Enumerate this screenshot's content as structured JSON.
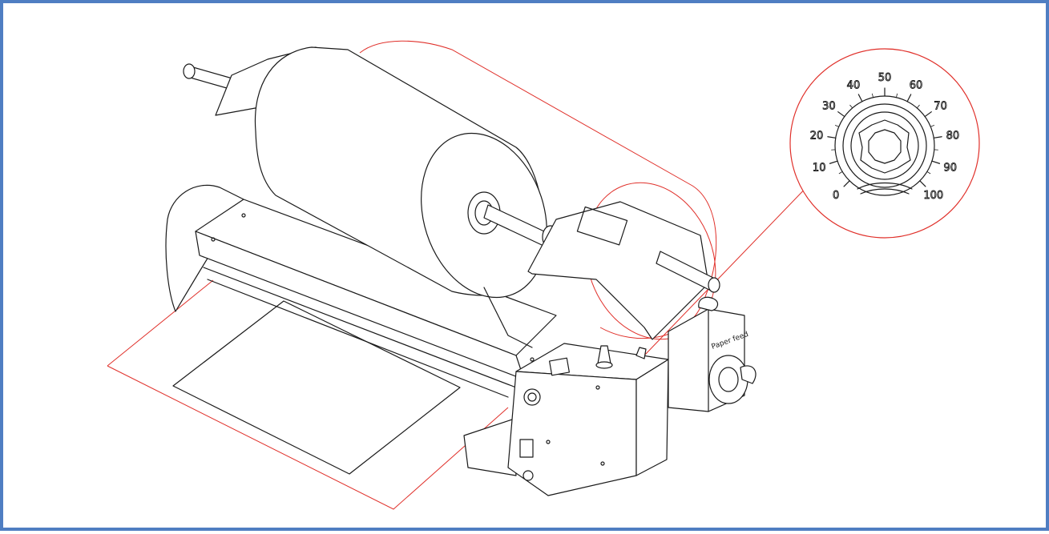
{
  "colors": {
    "frame": "#4f7ec2",
    "line": "#1a1a1a",
    "highlight": "#e0302a",
    "background": "#ffffff"
  },
  "dial": {
    "labels": [
      {
        "text": "0",
        "angle": -135
      },
      {
        "text": "10",
        "angle": -108
      },
      {
        "text": "20",
        "angle": -81
      },
      {
        "text": "30",
        "angle": -54
      },
      {
        "text": "40",
        "angle": -27
      },
      {
        "text": "50",
        "angle": 0
      },
      {
        "text": "60",
        "angle": 27
      },
      {
        "text": "70",
        "angle": 54
      },
      {
        "text": "80",
        "angle": 81
      },
      {
        "text": "90",
        "angle": 108
      },
      {
        "text": "100",
        "angle": 135
      }
    ]
  },
  "side_panel_label": "Paper feed",
  "icons": {
    "knob": "tension-knob-icon",
    "dial": "tension-dial-icon"
  }
}
